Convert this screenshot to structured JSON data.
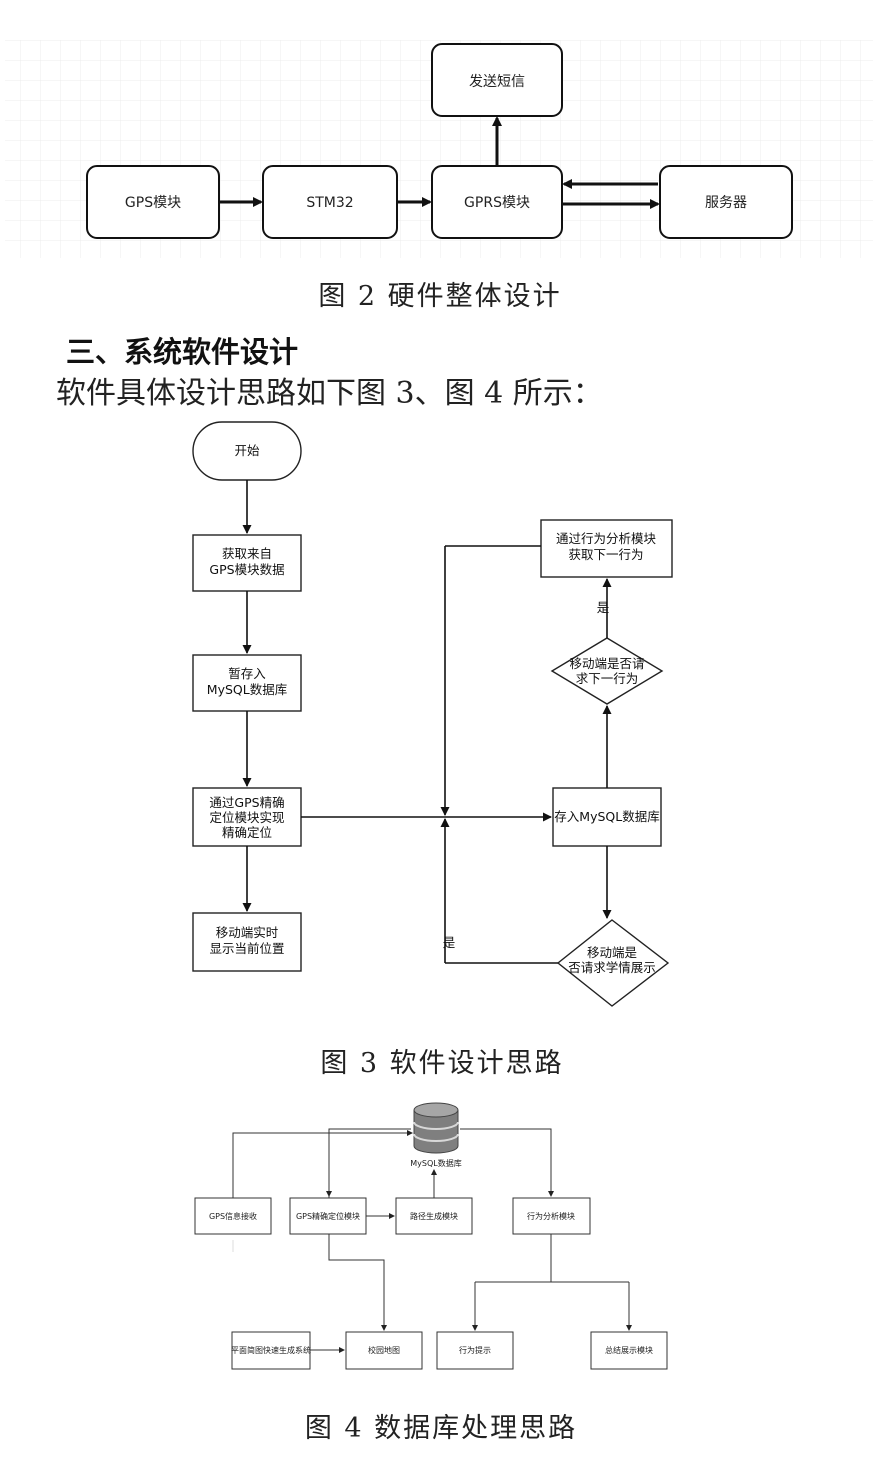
{
  "figure2": {
    "nodes": {
      "gps": "GPS模块",
      "stm32": "STM32",
      "gprs": "GPRS模块",
      "server": "服务器",
      "sms": "发送短信"
    },
    "caption": "图 2 硬件整体设计"
  },
  "section_heading": "三、系统软件设计",
  "intro_text": "软件具体设计思路如下图 3、图 4 所示：",
  "figure3": {
    "start": "开始",
    "get_gps": [
      "获取来自",
      "GPS模块数据"
    ],
    "temp_store": [
      "暂存入",
      "MySQL数据库"
    ],
    "precise": [
      "通过GPS精确",
      "定位模块实现",
      "精确定位"
    ],
    "mobile_show": [
      "移动端实时",
      "显示当前位置"
    ],
    "store_mysql": "存入MySQL数据库",
    "decision_next": [
      "移动端是否请",
      "求下一行为"
    ],
    "get_next": [
      "通过行为分析模块",
      "获取下一行为"
    ],
    "decision_detail": [
      "移动端是",
      "否请求学情展示"
    ],
    "yes_top": "是",
    "yes_left": "是",
    "caption": "图 3 软件设计思路"
  },
  "figure4": {
    "db_label": "MySQL数据库",
    "gps_recv": "GPS信息接收",
    "gps_precise": "GPS精确定位模块",
    "path_gen": "路径生成模块",
    "behavior": "行为分析模块",
    "floor_plan": "平面简图快速生成系统",
    "campus_map": "校园地图",
    "behavior_hint": "行为提示",
    "summary": "总结展示模块",
    "caption": "图 4 数据库处理思路"
  }
}
